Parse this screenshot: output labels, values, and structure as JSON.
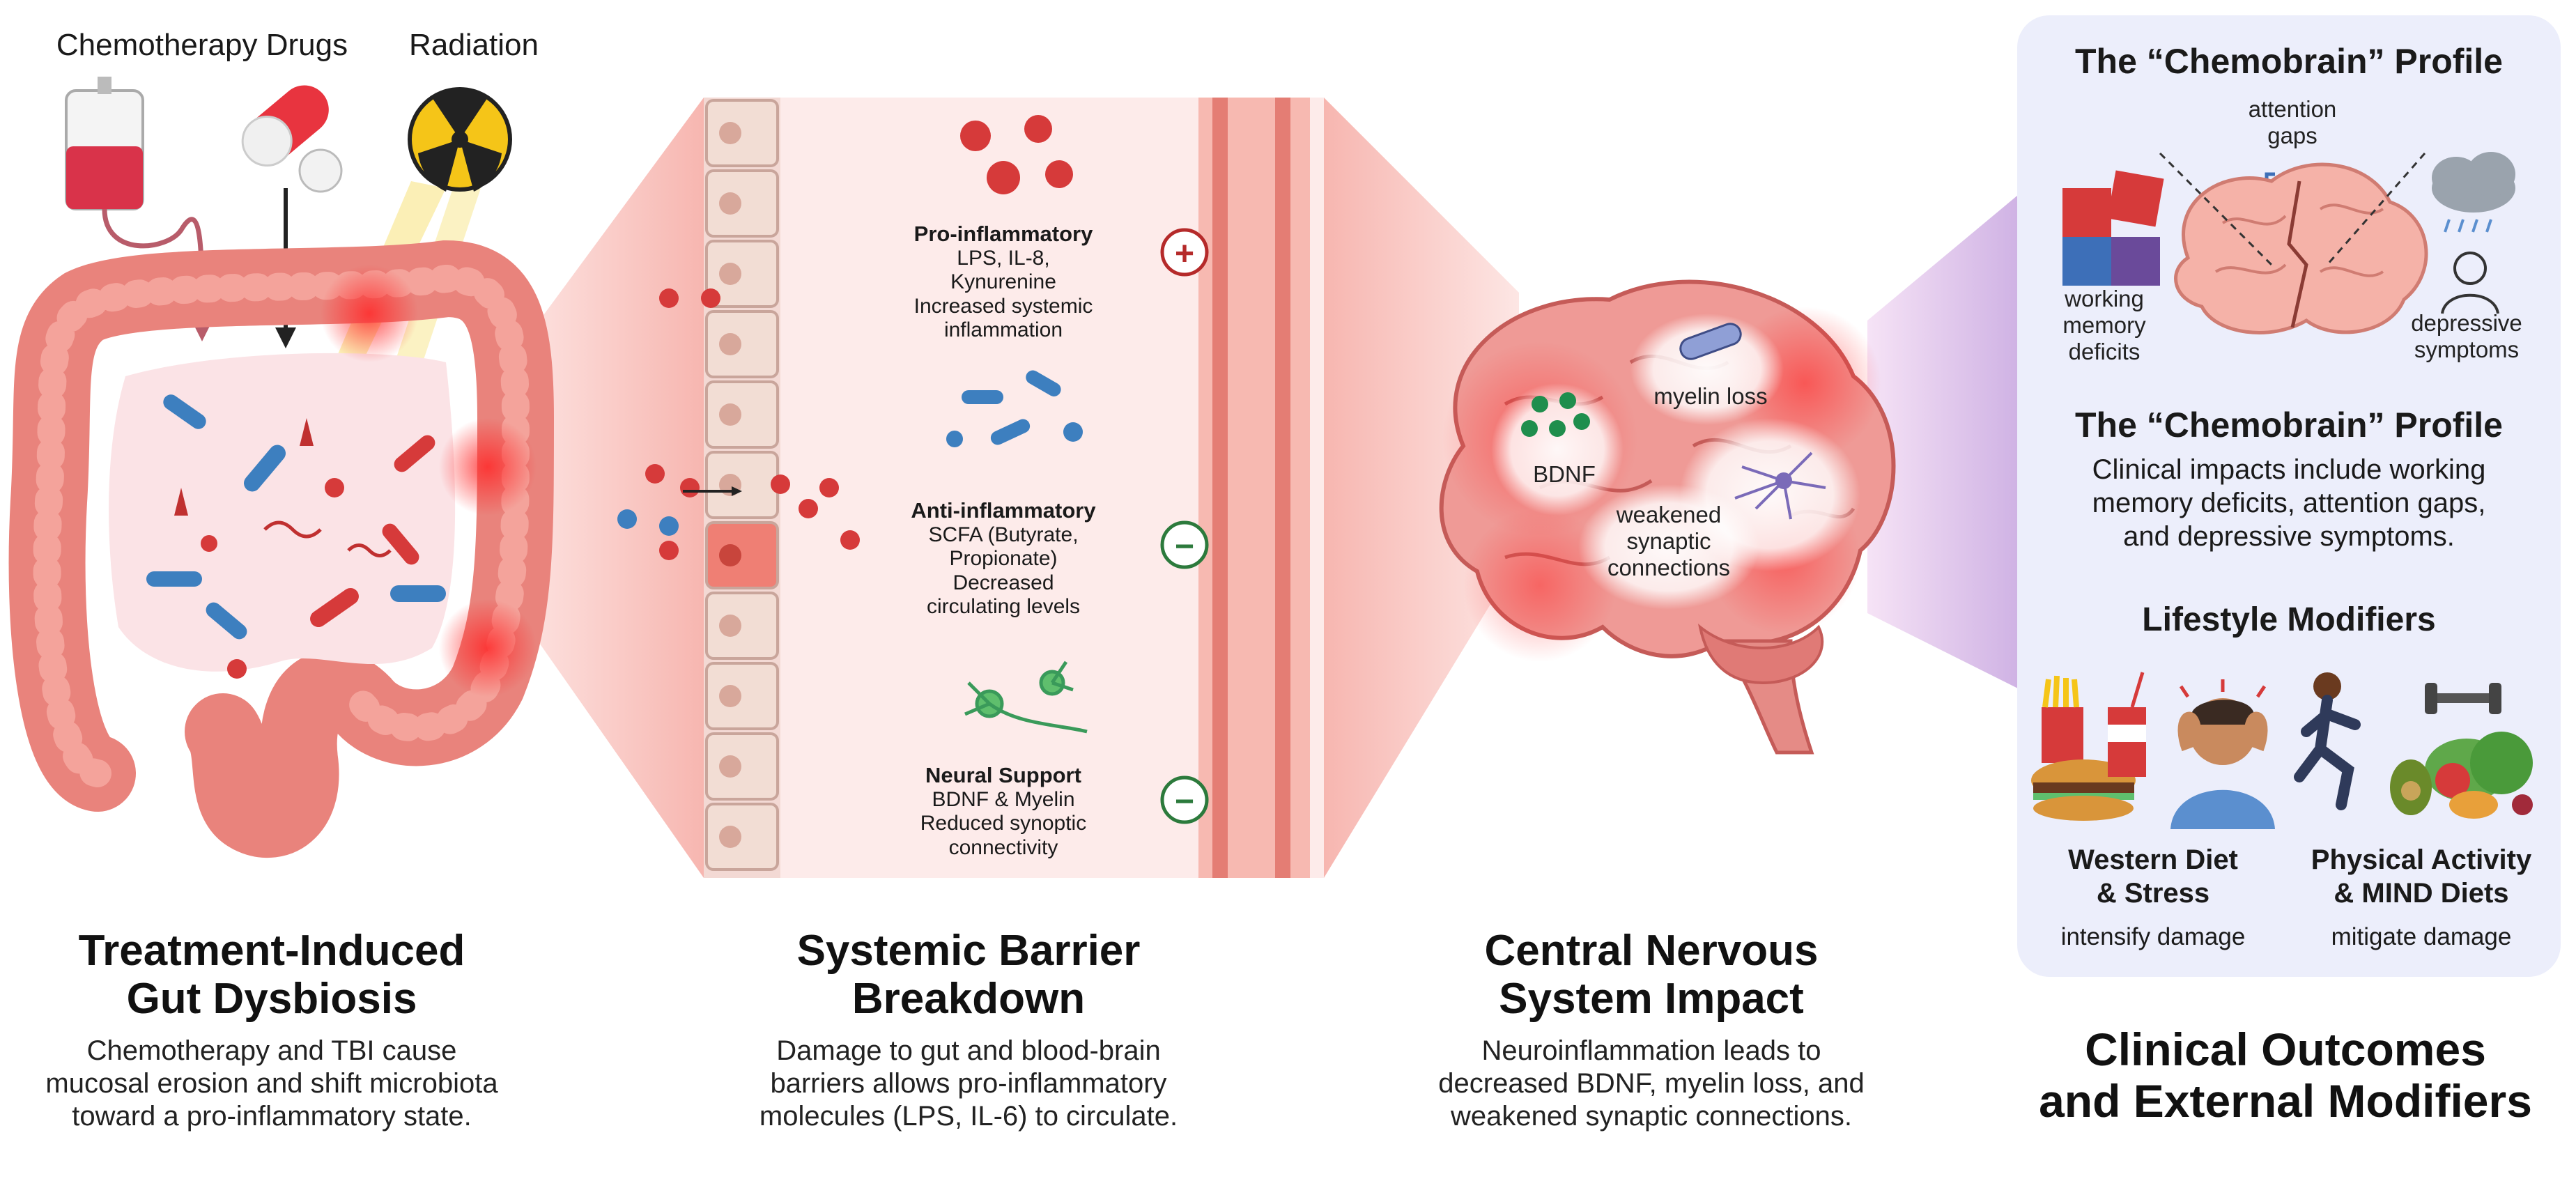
{
  "gut": {
    "label_chemo": "Chemotherapy Drugs",
    "label_radiation": "Radiation",
    "heading_line1": "Treatment-Induced",
    "heading_line2": "Gut Dysbiosis",
    "desc_line1": "Chemotherapy and TBI cause",
    "desc_line2": "mucosal erosion and shift microbiota",
    "desc_line3": "toward a pro-inflammatory state."
  },
  "barrier": {
    "pro": {
      "title": "Pro-inflammatory",
      "l1": "LPS, IL-8,",
      "l2": "Kynurenine",
      "l3": "Increased systemic",
      "l4": "inflammation",
      "sign": "+"
    },
    "anti": {
      "title": "Anti-inflammatory",
      "l1": "SCFA (Butyrate,",
      "l2": "Propionate)",
      "l3": "Decreased",
      "l4": "circulating levels",
      "sign": "−"
    },
    "neural": {
      "title": "Neural Support",
      "l1": "BDNF & Myelin",
      "l2": "Reduced synoptic",
      "l3": "connectivity",
      "sign": "−"
    },
    "heading_line1": "Systemic Barrier",
    "heading_line2": "Breakdown",
    "desc_line1": "Damage to gut and blood-brain",
    "desc_line2": "barriers allows pro-inflammatory",
    "desc_line3": "molecules (LPS, IL-6) to circulate."
  },
  "cns": {
    "bdnf": "BDNF",
    "myelin": "myelin loss",
    "syn_l1": "weakened",
    "syn_l2": "synaptic",
    "syn_l3": "connections",
    "heading_line1": "Central Nervous",
    "heading_line2": "System Impact",
    "desc_line1": "Neuroinflammation leads to",
    "desc_line2": "decreased BDNF, myelin loss, and",
    "desc_line3": "weakened synaptic connections."
  },
  "outcomes": {
    "profile_title": "The “Chemobrain” Profile",
    "attention_l1": "attention",
    "attention_l2": "gaps",
    "working_l1": "working",
    "working_l2": "memory",
    "working_l3": "deficits",
    "depressive_l1": "depressive",
    "depressive_l2": "symptoms",
    "profile_title2": "The “Chemobrain” Profile",
    "profile_desc_l1": "Clinical impacts include working",
    "profile_desc_l2": "memory deficits, attention gaps,",
    "profile_desc_l3": "and depressive symptoms.",
    "lifestyle_title": "Lifestyle Modifiers",
    "western_l1": "Western Diet",
    "western_l2": "& Stress",
    "western_sub": "intensify damage",
    "active_l1": "Physical Activity",
    "active_l2": "& MIND Diets",
    "active_sub": "mitigate damage",
    "heading_line1": "Clinical Outcomes",
    "heading_line2": "and External Modifiers"
  },
  "colors": {
    "gut_pink": "#e9837c",
    "blood_red": "#d63a3a",
    "anti_blue": "#3d7fbf",
    "neural_green": "#3a9a5a",
    "panel_lavender": "#eceefb"
  }
}
